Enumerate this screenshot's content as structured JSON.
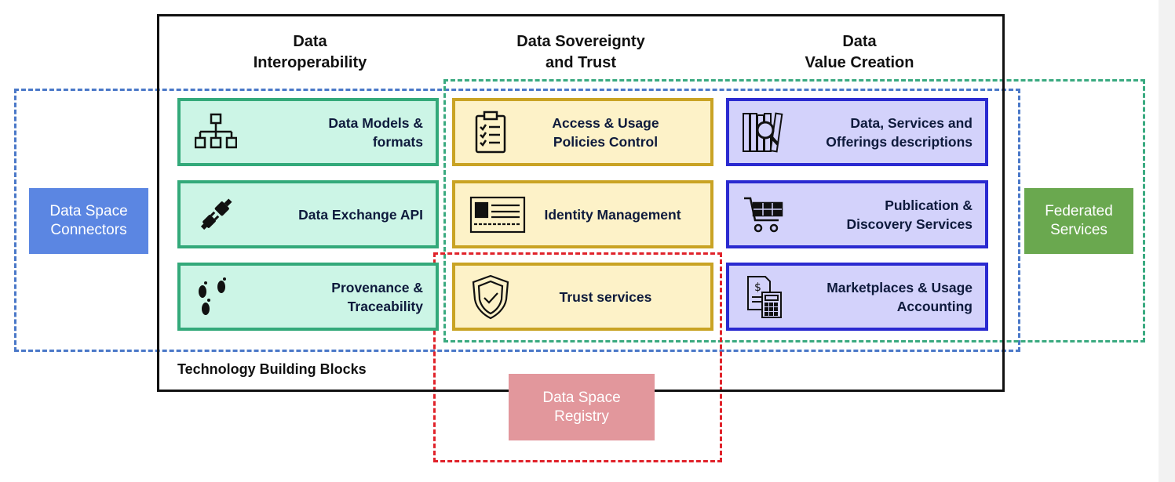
{
  "columns": {
    "interoperability": "Data\nInteroperability",
    "sovereignty": "Data Sovereignty\nand Trust",
    "value_creation": "Data\nValue Creation"
  },
  "blocks": {
    "data_models": "Data Models &\nformats",
    "data_exchange": "Data Exchange API",
    "provenance": "Provenance &\nTraceability",
    "access_usage": "Access & Usage\nPolicies Control",
    "identity": "Identity Management",
    "trust_services": "Trust services",
    "descriptions": "Data, Services and\nOfferings descriptions",
    "publication": "Publication &\nDiscovery Services",
    "marketplaces": "Marketplaces & Usage\nAccounting"
  },
  "side": {
    "connectors": "Data Space\nConnectors",
    "federated": "Federated\nServices",
    "registry": "Data Space\nRegistry"
  },
  "footer": {
    "tbb": "Technology Building Blocks"
  },
  "colors": {
    "connectors": "#5b86e2",
    "federated": "#6aa84f",
    "registry": "#e2979c"
  },
  "icons": {
    "data_models": "hierarchy-icon",
    "data_exchange": "plug-icon",
    "provenance": "footprints-icon",
    "access_usage": "clipboard-icon",
    "identity": "id-card-icon",
    "trust_services": "shield-icon",
    "descriptions": "books-search-icon",
    "publication": "shopping-cart-icon",
    "marketplaces": "calculator-icon"
  }
}
